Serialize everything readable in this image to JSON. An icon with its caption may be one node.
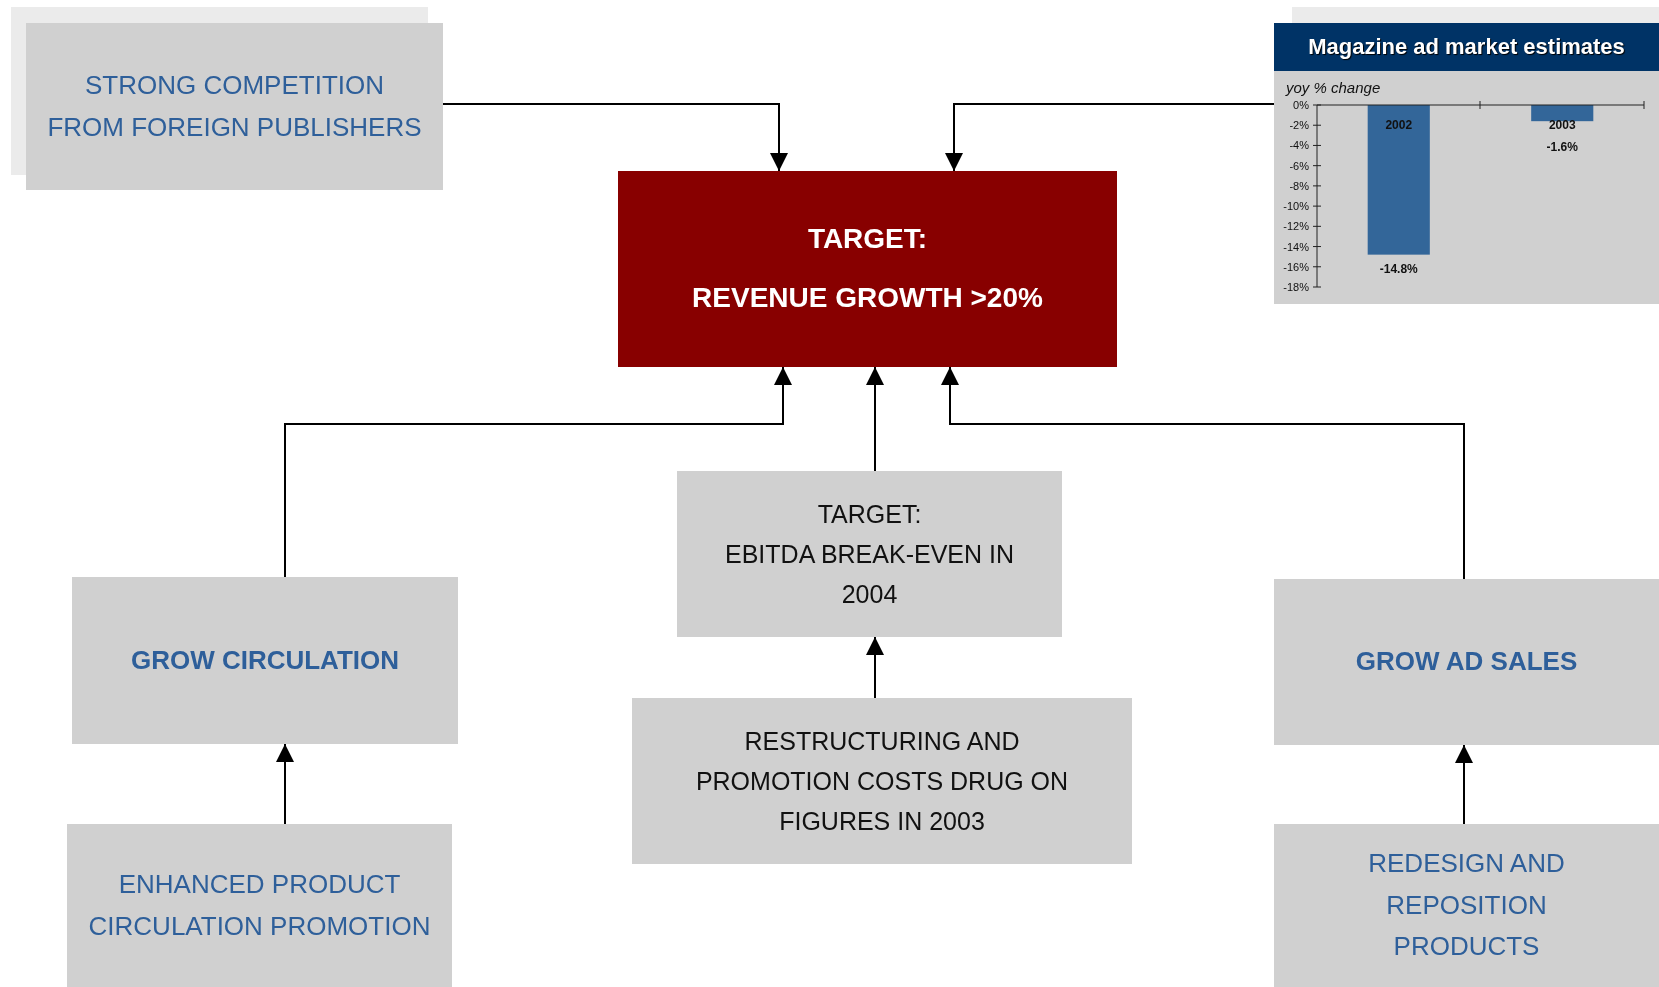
{
  "diagram": {
    "nodes": [
      {
        "text": [
          "STRONG COMPETITION FROM FOREIGN PUBLISHERS"
        ]
      },
      {
        "text": [
          "TARGET:",
          "REVENUE GROWTH >20%"
        ]
      },
      {
        "text": [
          "Magazine ad market estimates"
        ]
      },
      {
        "text": [
          "TARGET:",
          "EBITDA BREAK-EVEN IN 2004"
        ]
      },
      {
        "text": [
          "GROW CIRCULATION"
        ]
      },
      {
        "text": [
          "GROW AD SALES"
        ]
      },
      {
        "text": [
          "RESTRUCTURING AND PROMOTION COSTS DRUG ON FIGURES IN 2003"
        ]
      },
      {
        "text": [
          "ENHANCED PRODUCT CIRCULATION PROMOTION"
        ]
      },
      {
        "text": [
          "REDESIGN AND REPOSITION PRODUCTS"
        ]
      }
    ],
    "edges": [
      {
        "from": 0,
        "to": 1,
        "arrow": "to"
      },
      {
        "from": 2,
        "to": 1,
        "arrow": "to"
      },
      {
        "from": 4,
        "to": 1,
        "arrow": "to"
      },
      {
        "from": 3,
        "to": 1,
        "arrow": "to"
      },
      {
        "from": 5,
        "to": 1,
        "arrow": "to"
      },
      {
        "from": 6,
        "to": 3,
        "arrow": "to"
      },
      {
        "from": 7,
        "to": 4,
        "arrow": "to"
      },
      {
        "from": 8,
        "to": 5,
        "arrow": "to"
      }
    ],
    "chart_data": {
      "type": "bar",
      "ylabel": "yoy % change",
      "categories": [
        "2002",
        "2003"
      ],
      "series": [
        {
          "color": "#336699",
          "values": [
            -14.8,
            -1.6
          ]
        }
      ],
      "ylim": [
        -18,
        0
      ],
      "yticks": [
        {
          "value": 0,
          "label": "0%"
        },
        {
          "value": -2,
          "label": "-2%"
        },
        {
          "value": -4,
          "label": "-4%"
        },
        {
          "value": -6,
          "label": "-6%"
        },
        {
          "value": -8,
          "label": "-8%"
        },
        {
          "value": -10,
          "label": "-10%"
        },
        {
          "value": -12,
          "label": "-12%"
        },
        {
          "value": -14,
          "label": "-14%"
        },
        {
          "value": -16,
          "label": "-16%"
        },
        {
          "value": -18,
          "label": "-18%"
        }
      ],
      "value_labels": [
        "-14.8%",
        "-1.6%"
      ]
    }
  }
}
